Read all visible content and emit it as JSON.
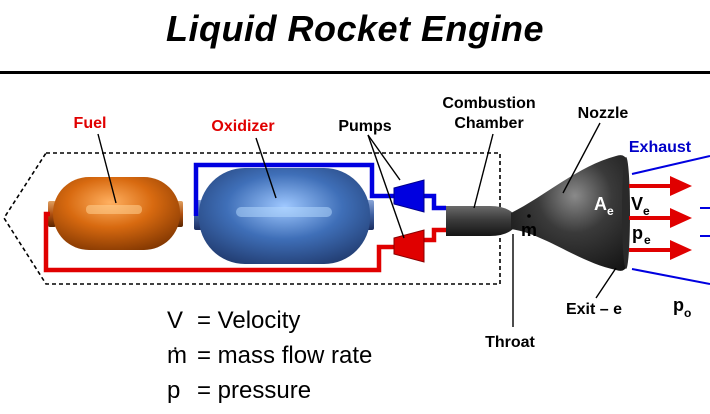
{
  "title": "Liquid Rocket Engine",
  "colors": {
    "label_red": "#e00000",
    "label_blue": "#0000c8",
    "fuel_tank": "#d86a10",
    "oxidizer_tank": "#3f6fb8",
    "pipe_red": "#e00000",
    "pipe_blue": "#0000e0",
    "engine": "#3c3c3c"
  },
  "labels": {
    "fuel": "Fuel",
    "oxidizer": "Oxidizer",
    "pumps": "Pumps",
    "combustion_line1": "Combustion",
    "combustion_line2": "Chamber",
    "nozzle": "Nozzle",
    "exhaust": "Exhaust",
    "throat": "Throat",
    "exit": "Exit – e",
    "mdot_symbol": "m",
    "area_symbol": "A",
    "area_sub": "e",
    "velocity_symbol": "V",
    "velocity_sub": "e",
    "pressure_symbol": "p",
    "pressure_sub": "e",
    "ambient_symbol": "p",
    "ambient_sub": "o"
  },
  "legend": [
    {
      "symbol": "V",
      "text": "=  Velocity"
    },
    {
      "symbol": "m",
      "text": "=  mass flow rate"
    },
    {
      "symbol": "p",
      "text": "=  pressure"
    }
  ]
}
